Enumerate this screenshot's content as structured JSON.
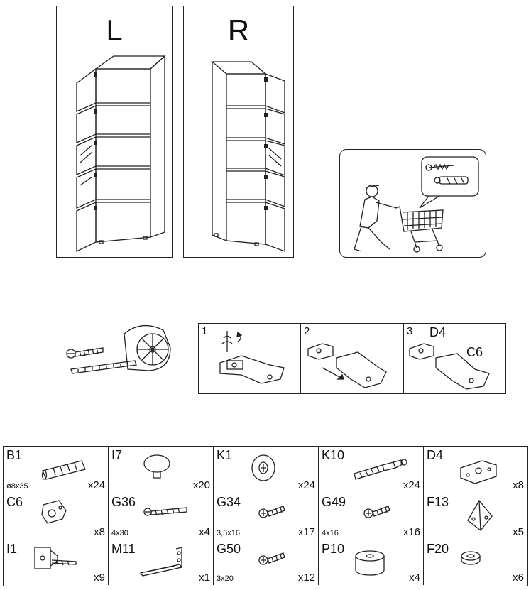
{
  "cabinets": {
    "left_label": "L",
    "right_label": "R"
  },
  "steps": [
    {
      "number": "1"
    },
    {
      "number": "2"
    },
    {
      "number": "3",
      "label_top": "D4",
      "label_bottom": "C6"
    }
  ],
  "parts": [
    {
      "code": "B1",
      "dim": "ø8x35",
      "qty": "x24",
      "icon": "dowel-icon"
    },
    {
      "code": "I7",
      "dim": "",
      "qty": "x20",
      "icon": "cap-icon"
    },
    {
      "code": "K1",
      "dim": "",
      "qty": "x24",
      "icon": "cam-lock-icon"
    },
    {
      "code": "K10",
      "dim": "",
      "qty": "x24",
      "icon": "cam-bolt-icon"
    },
    {
      "code": "D4",
      "dim": "",
      "qty": "x8",
      "icon": "hinge-plate-icon"
    },
    {
      "code": "C6",
      "dim": "",
      "qty": "x8",
      "icon": "hinge-icon"
    },
    {
      "code": "G36",
      "dim": "4x30",
      "qty": "x4",
      "icon": "long-screw-icon"
    },
    {
      "code": "G34",
      "dim": "3,5x16",
      "qty": "x17",
      "icon": "short-screw-icon"
    },
    {
      "code": "G49",
      "dim": "4x16",
      "qty": "x16",
      "icon": "short-screw-icon"
    },
    {
      "code": "F13",
      "dim": "",
      "qty": "x5",
      "icon": "corner-bracket-icon"
    },
    {
      "code": "I1",
      "dim": "",
      "qty": "x9",
      "icon": "wall-anchor-icon"
    },
    {
      "code": "M11",
      "dim": "",
      "qty": "x1",
      "icon": "shelf-bracket-icon"
    },
    {
      "code": "G50",
      "dim": "3x20",
      "qty": "x12",
      "icon": "short-screw-icon"
    },
    {
      "code": "P10",
      "dim": "",
      "qty": "x4",
      "icon": "foot-pad-icon"
    },
    {
      "code": "F20",
      "dim": "",
      "qty": "x6",
      "icon": "washer-icon"
    }
  ]
}
